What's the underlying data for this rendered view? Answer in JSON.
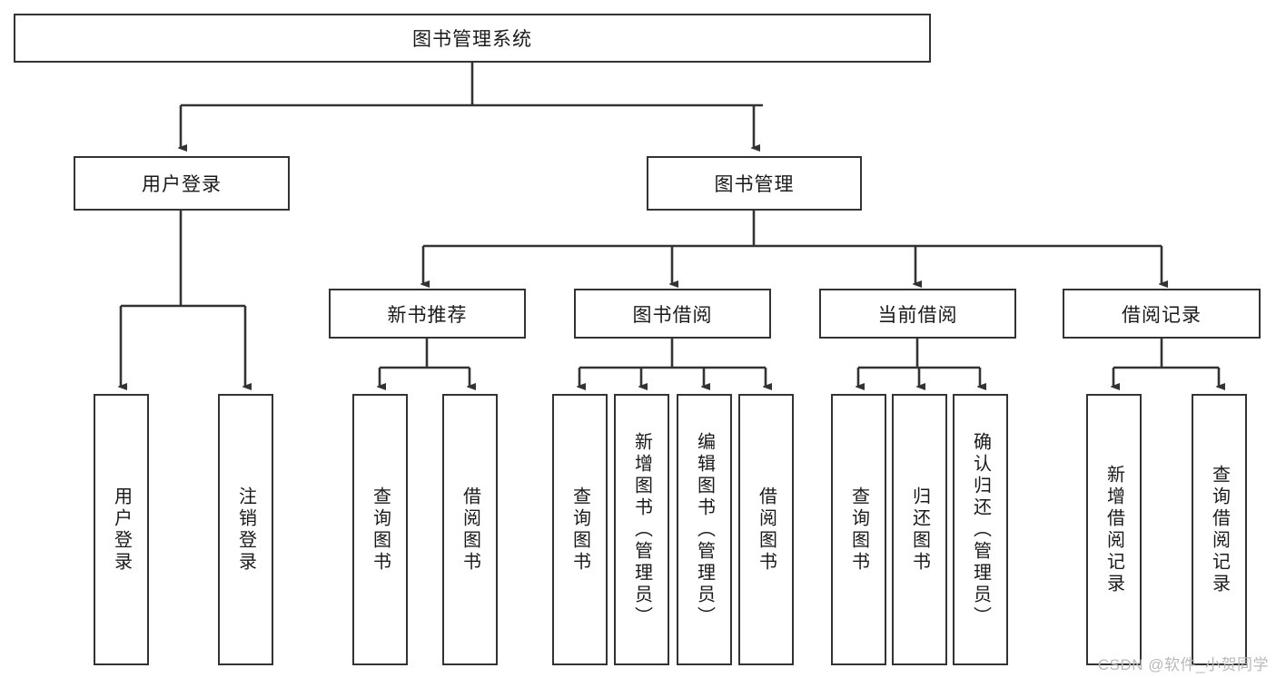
{
  "diagram": {
    "title": "图书管理系统",
    "type": "tree",
    "orientation": "top-down",
    "style": {
      "box_border_color": "#333333",
      "box_fill_color": "#ffffff",
      "edge_color": "#333333",
      "text_color": "#1a1a1a",
      "background": "#ffffff"
    },
    "nodes": {
      "root": {
        "label": "图书管理系统",
        "level": 0,
        "text_orientation": "horizontal"
      },
      "l1": [
        {
          "id": "user-login",
          "label": "用户登录",
          "level": 1,
          "text_orientation": "horizontal"
        },
        {
          "id": "book-manage",
          "label": "图书管理",
          "level": 1,
          "text_orientation": "horizontal"
        }
      ],
      "l2": [
        {
          "id": "new-book-recommend",
          "label": "新书推荐",
          "level": 2,
          "text_orientation": "horizontal"
        },
        {
          "id": "book-borrow",
          "label": "图书借阅",
          "level": 2,
          "text_orientation": "horizontal"
        },
        {
          "id": "current-borrow",
          "label": "当前借阅",
          "level": 2,
          "text_orientation": "horizontal"
        },
        {
          "id": "borrow-record",
          "label": "借阅记录",
          "level": 2,
          "text_orientation": "horizontal"
        }
      ],
      "leaves": [
        {
          "id": "leaf-user-login",
          "label": "用户登录",
          "parent": "user-login",
          "text_orientation": "vertical"
        },
        {
          "id": "leaf-user-logout",
          "label": "注销登录",
          "parent": "user-login",
          "text_orientation": "vertical"
        },
        {
          "id": "leaf-query-book-1",
          "label": "查询图书",
          "parent": "new-book-recommend",
          "text_orientation": "vertical"
        },
        {
          "id": "leaf-borrow-book-1",
          "label": "借阅图书",
          "parent": "new-book-recommend",
          "text_orientation": "vertical"
        },
        {
          "id": "leaf-query-book-2",
          "label": "查询图书",
          "parent": "book-borrow",
          "text_orientation": "vertical"
        },
        {
          "id": "leaf-add-book",
          "label": "新增图书（管理员）",
          "parent": "book-borrow",
          "text_orientation": "vertical"
        },
        {
          "id": "leaf-edit-book",
          "label": "编辑图书（管理员）",
          "parent": "book-borrow",
          "text_orientation": "vertical"
        },
        {
          "id": "leaf-borrow-book-2",
          "label": "借阅图书",
          "parent": "book-borrow",
          "text_orientation": "vertical"
        },
        {
          "id": "leaf-query-book-3",
          "label": "查询图书",
          "parent": "current-borrow",
          "text_orientation": "vertical"
        },
        {
          "id": "leaf-return-book",
          "label": "归还图书",
          "parent": "current-borrow",
          "text_orientation": "vertical"
        },
        {
          "id": "leaf-confirm-return",
          "label": "确认归还（管理员）",
          "parent": "current-borrow",
          "text_orientation": "vertical"
        },
        {
          "id": "leaf-add-record",
          "label": "新增借阅记录",
          "parent": "borrow-record",
          "text_orientation": "vertical"
        },
        {
          "id": "leaf-query-record",
          "label": "查询借阅记录",
          "parent": "borrow-record",
          "text_orientation": "vertical"
        }
      ]
    },
    "edges": [
      {
        "from": "root",
        "to": "user-login"
      },
      {
        "from": "root",
        "to": "book-manage"
      },
      {
        "from": "user-login",
        "to": "leaf-user-login"
      },
      {
        "from": "user-login",
        "to": "leaf-user-logout"
      },
      {
        "from": "book-manage",
        "to": "new-book-recommend"
      },
      {
        "from": "book-manage",
        "to": "book-borrow"
      },
      {
        "from": "book-manage",
        "to": "current-borrow"
      },
      {
        "from": "book-manage",
        "to": "borrow-record"
      },
      {
        "from": "new-book-recommend",
        "to": "leaf-query-book-1"
      },
      {
        "from": "new-book-recommend",
        "to": "leaf-borrow-book-1"
      },
      {
        "from": "book-borrow",
        "to": "leaf-query-book-2"
      },
      {
        "from": "book-borrow",
        "to": "leaf-add-book"
      },
      {
        "from": "book-borrow",
        "to": "leaf-edit-book"
      },
      {
        "from": "book-borrow",
        "to": "leaf-borrow-book-2"
      },
      {
        "from": "current-borrow",
        "to": "leaf-query-book-3"
      },
      {
        "from": "current-borrow",
        "to": "leaf-return-book"
      },
      {
        "from": "current-borrow",
        "to": "leaf-confirm-return"
      },
      {
        "from": "borrow-record",
        "to": "leaf-add-record"
      },
      {
        "from": "borrow-record",
        "to": "leaf-query-record"
      }
    ]
  },
  "watermark": {
    "text": "CSDN @软件_小贺同学"
  }
}
